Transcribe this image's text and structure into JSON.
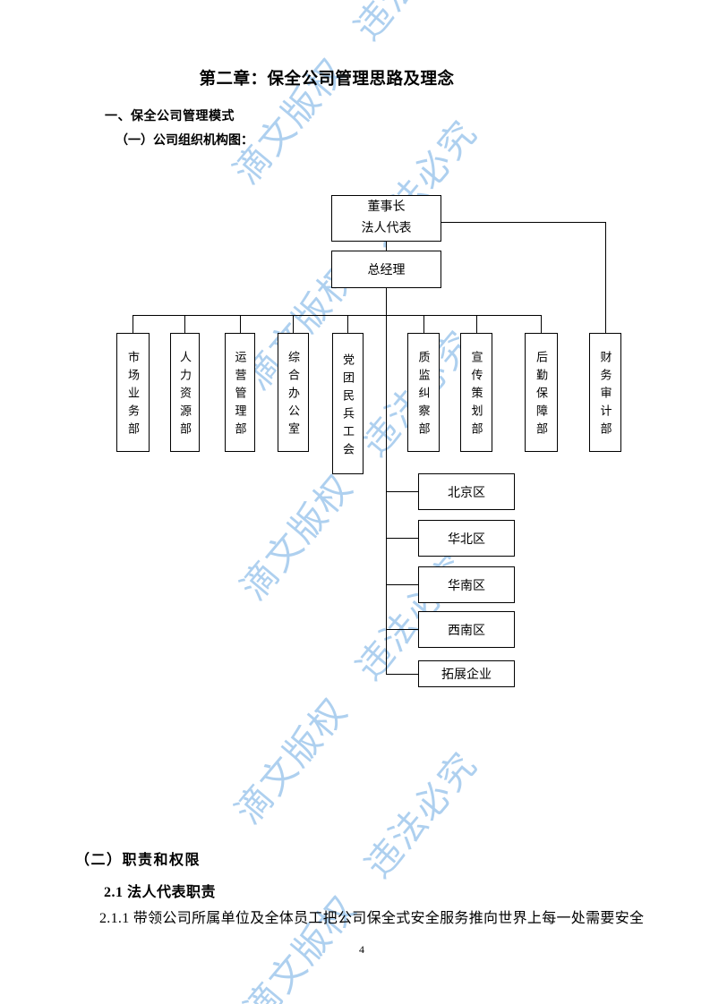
{
  "page": {
    "title": "第二章：保全公司管理思路及理念",
    "section1": "一、保全公司管理模式",
    "sub_section1": "（一）公司组织机构图：",
    "section2": "（二）职责和权限",
    "sub_section2": "2.1 法人代表职责",
    "body_line": "2.1.1 带领公司所属单位及全体员工把公司保全式安全服务推向世界上每一处需要安全",
    "page_number": "4"
  },
  "watermark": {
    "text": "滴文版权　违法必究",
    "color": "#a6cbee"
  },
  "org_chart": {
    "chairman": {
      "line1": "董事长",
      "line2": "法人代表"
    },
    "general_manager": "总经理",
    "departments": [
      "市场业务部",
      "人力资源部",
      "运营管理部",
      "综合办公室",
      "党团民兵工会",
      "质监纠察部",
      "宣传策划部",
      "后勤保障部",
      "财务审计部"
    ],
    "regions": [
      "北京区",
      "华北区",
      "华南区",
      "西南区",
      "拓展企业"
    ]
  }
}
